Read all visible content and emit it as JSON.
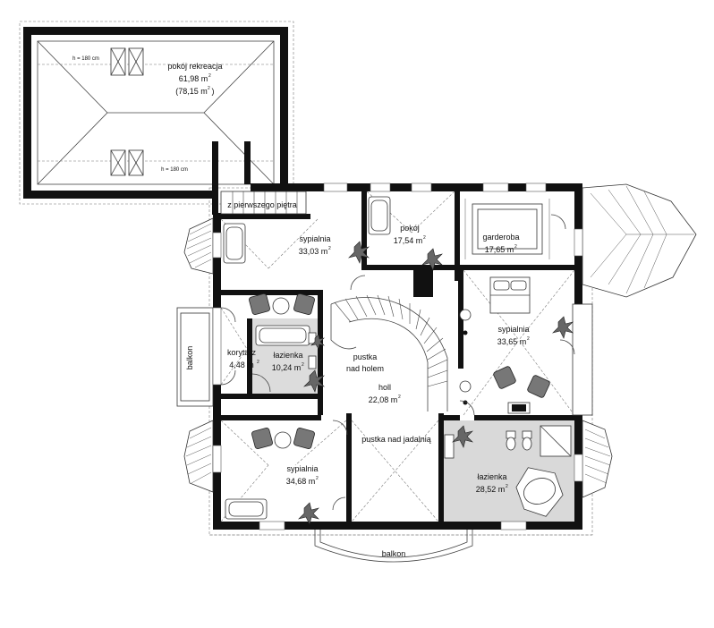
{
  "rooms": {
    "recreation": {
      "name": "pokój rekreacja",
      "area": "61,98 m",
      "area2": "(78,15 m",
      "area2_close": ")"
    },
    "h_top": "h = 180 cm",
    "h_bottom": "h = 180 cm",
    "stairs_from": "z pierwszego piętra",
    "bed1": {
      "name": "sypialnia",
      "area": "33,03 m"
    },
    "room": {
      "name": "pokój",
      "area": "17,54 m"
    },
    "wardrobe": {
      "name": "garderoba",
      "area": "17,65 m"
    },
    "bed2": {
      "name": "sypialnia",
      "area": "33,65 m"
    },
    "corridor": {
      "name": "korytarz",
      "area": "4,48 m"
    },
    "bath1": {
      "name": "łazienka",
      "area": "10,24 m"
    },
    "void_hall": {
      "name1": "pustka",
      "name2": "nad holem"
    },
    "hall": {
      "name": "holl",
      "area": "22,08 m"
    },
    "bed3": {
      "name": "sypialnia",
      "area": "34,68 m"
    },
    "void_dining": {
      "name": "pustka nad jadalnią"
    },
    "bath2": {
      "name": "łazienka",
      "area": "28,52 m"
    },
    "balcony_left": "balkon",
    "balcony_bottom": "balkon"
  },
  "units": {
    "sup": "2"
  },
  "colors": {
    "wall": "#111111",
    "bath_floor": "#d8d8d8",
    "line": "#444444"
  }
}
